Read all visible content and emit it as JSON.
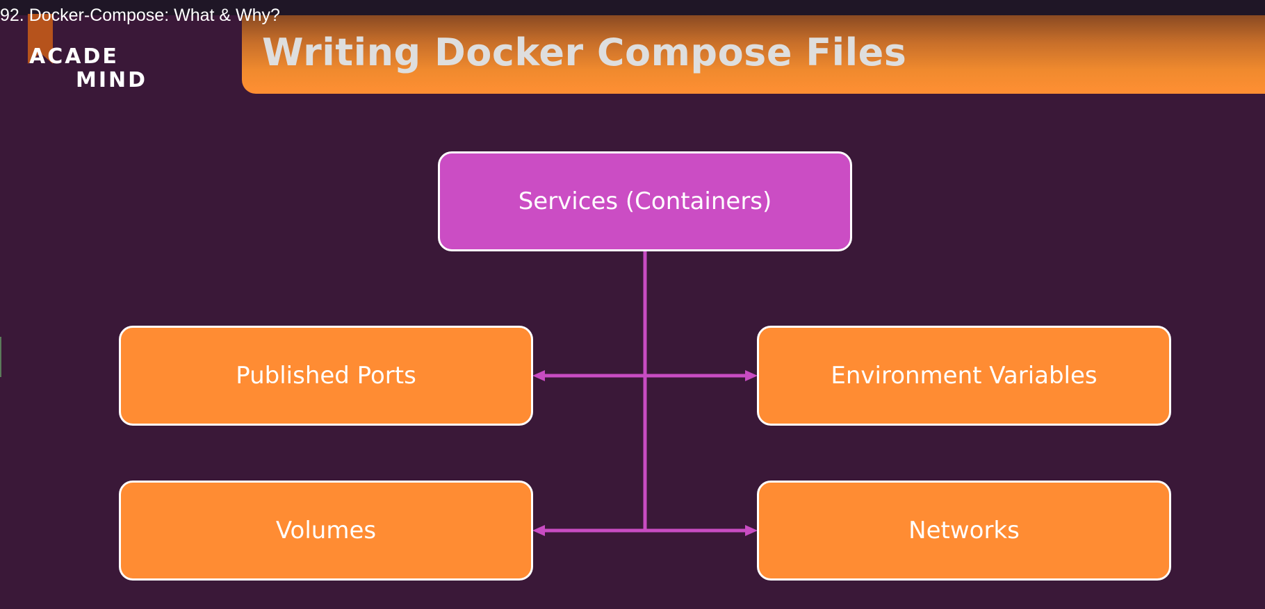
{
  "video": {
    "title": "92. Docker-Compose: What & Why?"
  },
  "logo": {
    "line1": "ACADE",
    "line2": "MIND"
  },
  "slide": {
    "title": "Writing Docker Compose Files",
    "diagram": {
      "root": "Services (Containers)",
      "children": {
        "published_ports": "Published Ports",
        "environment_variables": "Environment Variables",
        "volumes": "Volumes",
        "networks": "Networks"
      }
    }
  },
  "colors": {
    "background": "#3a1838",
    "banner_orange": "#ff8f33",
    "services_purple": "#cb4dc4",
    "node_orange": "#ff8c33",
    "connector": "#c84cc2"
  }
}
